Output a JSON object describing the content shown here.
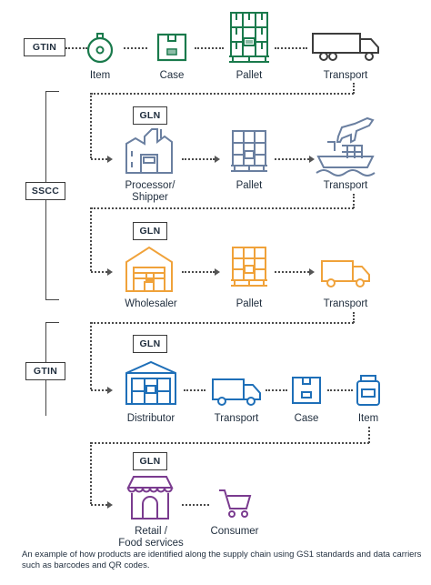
{
  "rows": {
    "row1": {
      "badge": "GTIN",
      "items": [
        "Item",
        "Case",
        "Pallet",
        "Transport"
      ]
    },
    "row2": {
      "badge": "GLN",
      "items": [
        "Processor/\nShipper",
        "Pallet",
        "Transport"
      ]
    },
    "row3": {
      "badge": "GLN",
      "items": [
        "Wholesaler",
        "Pallet",
        "Transport"
      ]
    },
    "row4": {
      "badge": "GLN",
      "items": [
        "Distributor",
        "Transport",
        "Case",
        "Item"
      ]
    },
    "row5": {
      "badge": "GLN",
      "items": [
        "Retail /\nFood services",
        "Consumer"
      ]
    }
  },
  "bracket_labels": {
    "sscc": "SSCC",
    "gtin": "GTIN"
  },
  "colors": {
    "green": "#1a7a4c",
    "grey_blue": "#6a7fa0",
    "orange": "#f0a23a",
    "blue": "#1e6fb8",
    "purple": "#7a3b8f"
  },
  "caption": "An example of how products are identified along the supply chain using GS1 standards and data carriers such as barcodes and QR codes."
}
